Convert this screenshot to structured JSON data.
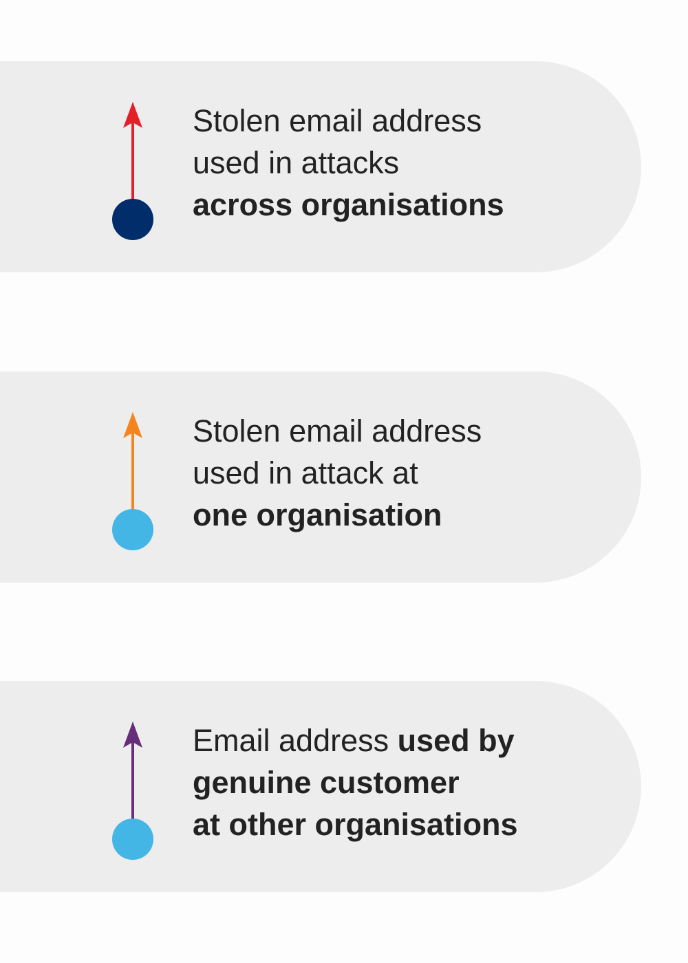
{
  "colors": {
    "card_background": "#ededed",
    "arrow_red": "#e3202a",
    "arrow_orange": "#f5841f",
    "arrow_purple": "#662d7a",
    "dot_navy": "#012d6a",
    "dot_light_blue": "#43b6e6"
  },
  "legend": [
    {
      "icon": "red-arrow-navy-dot",
      "arrow_color": "#e3202a",
      "dot_color": "#012d6a",
      "lines": [
        [
          {
            "text": "Stolen email address",
            "bold": false
          }
        ],
        [
          {
            "text": "used in attacks",
            "bold": false
          }
        ],
        [
          {
            "text": "across organisations",
            "bold": true
          }
        ]
      ]
    },
    {
      "icon": "orange-arrow-light-blue-dot",
      "arrow_color": "#f5841f",
      "dot_color": "#43b6e6",
      "lines": [
        [
          {
            "text": "Stolen email address",
            "bold": false
          }
        ],
        [
          {
            "text": "used in attack at",
            "bold": false
          }
        ],
        [
          {
            "text": "one organisation",
            "bold": true
          }
        ]
      ]
    },
    {
      "icon": "purple-arrow-light-blue-dot",
      "arrow_color": "#662d7a",
      "dot_color": "#43b6e6",
      "lines": [
        [
          {
            "text": "Email address ",
            "bold": false
          },
          {
            "text": "used by",
            "bold": true
          }
        ],
        [
          {
            "text": "genuine customer",
            "bold": true
          }
        ],
        [
          {
            "text": "at other organisations",
            "bold": true
          }
        ]
      ]
    }
  ]
}
